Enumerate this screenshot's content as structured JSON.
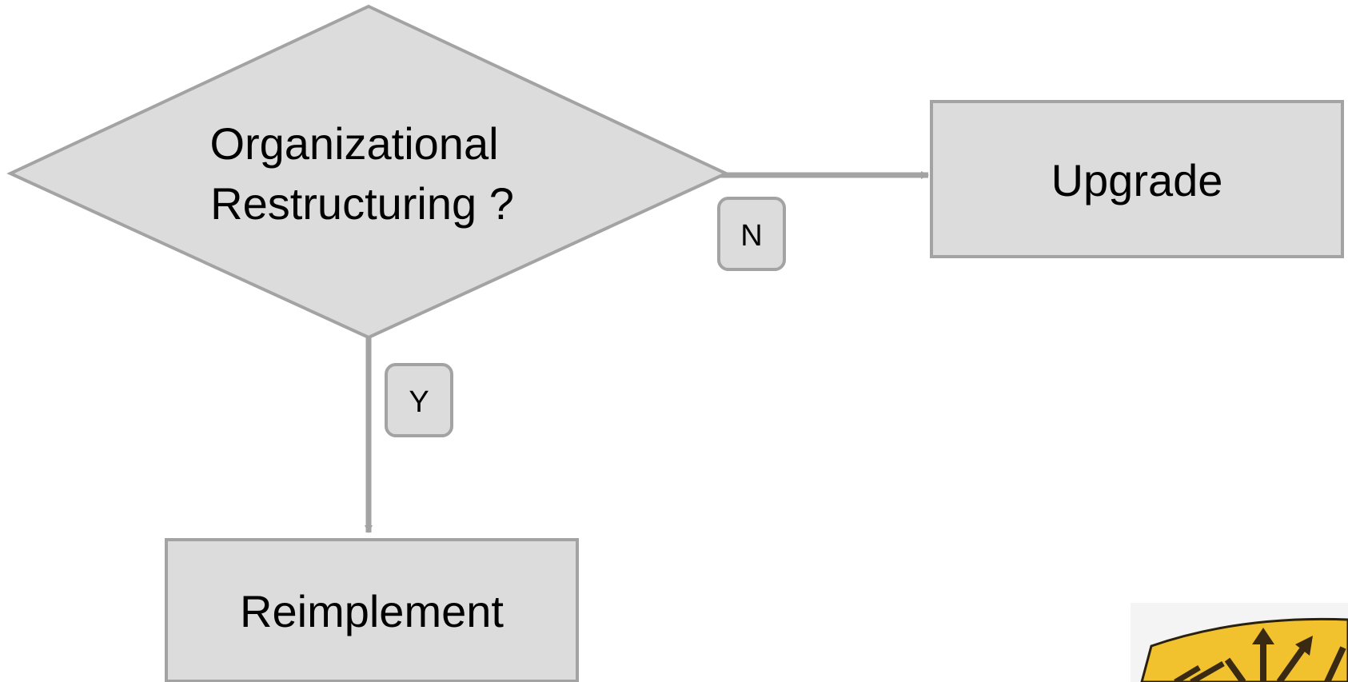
{
  "diagram": {
    "decision": {
      "line1": "Organizational",
      "line2": "Restructuring ?"
    },
    "yes_target": "Reimplement",
    "no_target": "Upgrade",
    "yes_label": "Y",
    "no_label": "N"
  },
  "colors": {
    "node_fill": "#dcdcdc",
    "node_stroke": "#a3a3a3",
    "connector": "#a3a3a3",
    "sign_yellow": "#f2c12e",
    "sign_arrows": "#3a2a14"
  },
  "icons": {
    "corner_image": "crossroads-sign-icon"
  }
}
